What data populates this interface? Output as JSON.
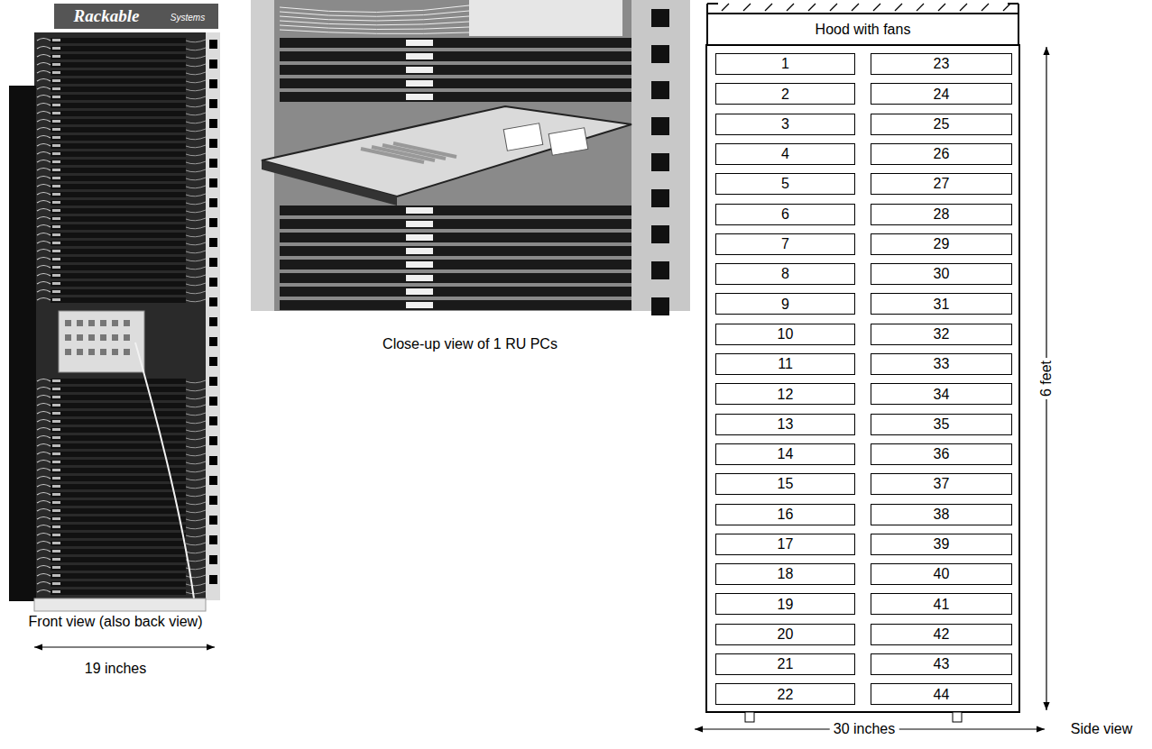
{
  "diagram": {
    "nodes": [
      {
        "text": [
          "Hood with fans"
        ]
      },
      {
        "text": [
          "1"
        ]
      },
      {
        "text": [
          "2"
        ]
      },
      {
        "text": [
          "3"
        ]
      },
      {
        "text": [
          "4"
        ]
      },
      {
        "text": [
          "5"
        ]
      },
      {
        "text": [
          "6"
        ]
      },
      {
        "text": [
          "7"
        ]
      },
      {
        "text": [
          "8"
        ]
      },
      {
        "text": [
          "9"
        ]
      },
      {
        "text": [
          "10"
        ]
      },
      {
        "text": [
          "11"
        ]
      },
      {
        "text": [
          "12"
        ]
      },
      {
        "text": [
          "13"
        ]
      },
      {
        "text": [
          "14"
        ]
      },
      {
        "text": [
          "15"
        ]
      },
      {
        "text": [
          "16"
        ]
      },
      {
        "text": [
          "17"
        ]
      },
      {
        "text": [
          "18"
        ]
      },
      {
        "text": [
          "19"
        ]
      },
      {
        "text": [
          "20"
        ]
      },
      {
        "text": [
          "21"
        ]
      },
      {
        "text": [
          "22"
        ]
      },
      {
        "text": [
          "23"
        ]
      },
      {
        "text": [
          "24"
        ]
      },
      {
        "text": [
          "25"
        ]
      },
      {
        "text": [
          "26"
        ]
      },
      {
        "text": [
          "27"
        ]
      },
      {
        "text": [
          "28"
        ]
      },
      {
        "text": [
          "29"
        ]
      },
      {
        "text": [
          "30"
        ]
      },
      {
        "text": [
          "31"
        ]
      },
      {
        "text": [
          "32"
        ]
      },
      {
        "text": [
          "33"
        ]
      },
      {
        "text": [
          "34"
        ]
      },
      {
        "text": [
          "35"
        ]
      },
      {
        "text": [
          "36"
        ]
      },
      {
        "text": [
          "37"
        ]
      },
      {
        "text": [
          "38"
        ]
      },
      {
        "text": [
          "39"
        ]
      },
      {
        "text": [
          "40"
        ]
      },
      {
        "text": [
          "41"
        ]
      },
      {
        "text": [
          "42"
        ]
      },
      {
        "text": [
          "43"
        ]
      },
      {
        "text": [
          "44"
        ]
      }
    ],
    "edges": [],
    "labels": [
      "Rackable",
      "Systems",
      "Front view (also back view)",
      "19 inches",
      "Close-up view of 1 RU PCs",
      "6 feet",
      "30 inches",
      "Side view"
    ]
  }
}
